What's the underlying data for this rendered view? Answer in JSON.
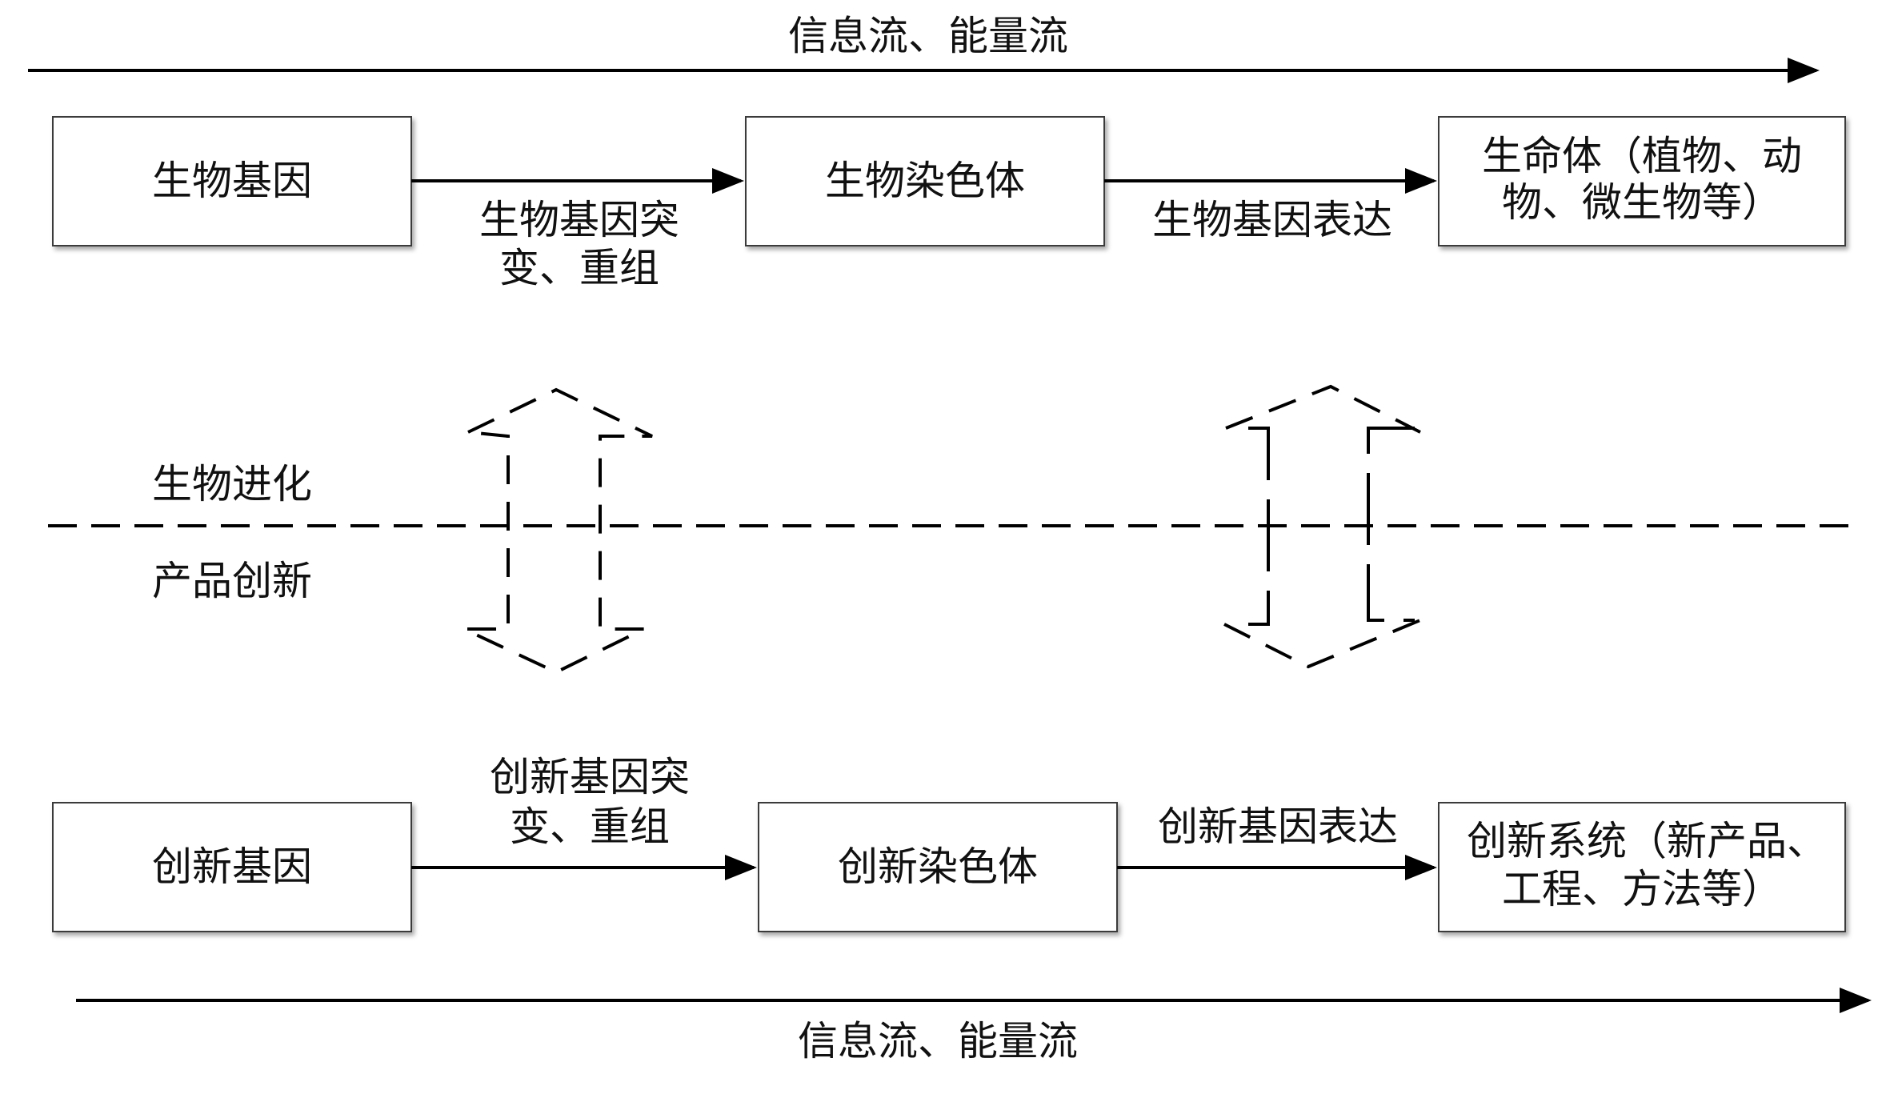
{
  "flow_top": {
    "label": "信息流、能量流"
  },
  "flow_bottom": {
    "label": "信息流、能量流"
  },
  "bio": {
    "gene": "生物基因",
    "chromosome": "生物染色体",
    "organism_line1": "生命体（植物、动",
    "organism_line2": "物、微生物等）",
    "mutation_line1": "生物基因突",
    "mutation_line2": "变、重组",
    "expression": "生物基因表达"
  },
  "divider": {
    "upper_label": "生物进化",
    "lower_label": "产品创新"
  },
  "innov": {
    "gene": "创新基因",
    "chromosome": "创新染色体",
    "system_line1": "创新系统（新产品、",
    "system_line2": "工程、方法等）",
    "mutation_line1": "创新基因突",
    "mutation_line2": "变、重组",
    "expression": "创新基因表达"
  }
}
